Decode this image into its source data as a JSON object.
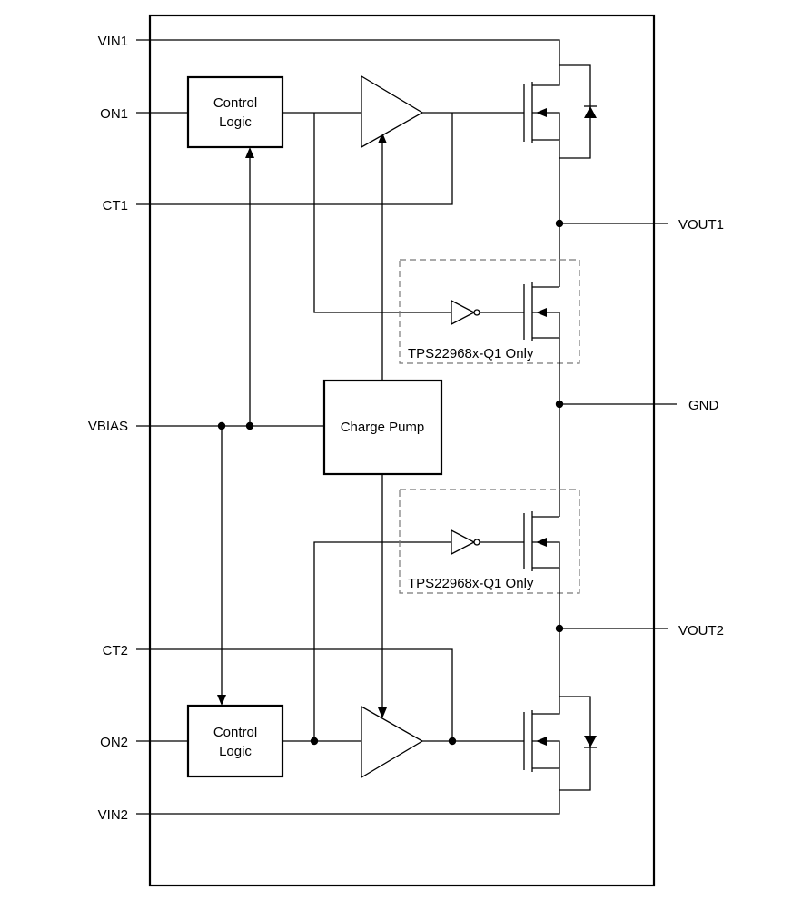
{
  "pins": {
    "vin1": "VIN1",
    "on1": "ON1",
    "ct1": "CT1",
    "vbias": "VBIAS",
    "ct2": "CT2",
    "on2": "ON2",
    "vin2": "VIN2",
    "vout1": "VOUT1",
    "gnd": "GND",
    "vout2": "VOUT2"
  },
  "blocks": {
    "control_logic_1": [
      "Control",
      "Logic"
    ],
    "control_logic_2": [
      "Control",
      "Logic"
    ],
    "charge_pump": "Charge Pump"
  },
  "notes": {
    "discharge_1": "TPS22968x-Q1 Only",
    "discharge_2": "TPS22968x-Q1 Only"
  }
}
